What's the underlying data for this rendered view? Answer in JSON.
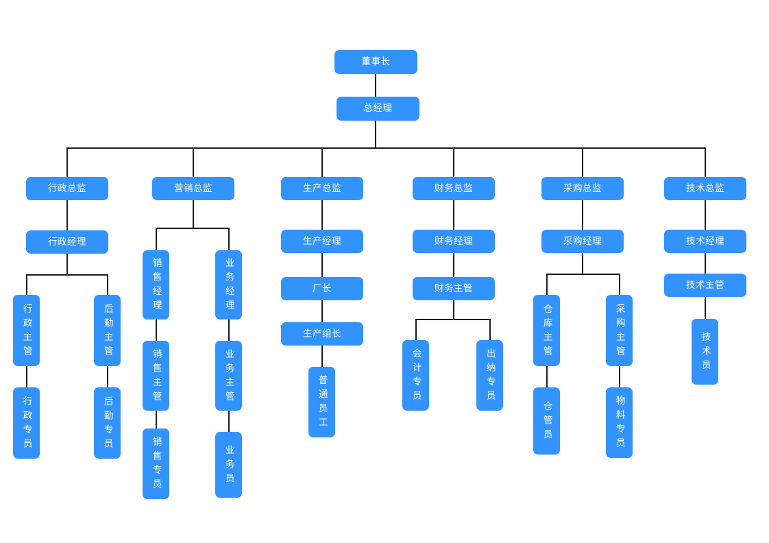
{
  "chart": {
    "type": "org-chart",
    "title": "",
    "node_fill": "#3393fd",
    "node_text_color": "#ffffff",
    "edge_color": "#1c1c1c",
    "background": "#ffffff"
  },
  "nodes": {
    "chairman": "董事长",
    "general_manager": "总经理",
    "admin_director": "行政总监",
    "admin_manager": "行政经理",
    "admin_supervisor": "行政主管",
    "admin_specialist": "行政专员",
    "logistics_supervisor": "后勤主管",
    "logistics_specialist": "后勤专员",
    "marketing_director": "营销总监",
    "sales_manager": "销售经理",
    "sales_supervisor": "销售主管",
    "sales_specialist": "销售专员",
    "business_manager": "业务经理",
    "business_supervisor": "业务主管",
    "business_staff": "业务员",
    "production_director": "生产总监",
    "production_manager": "生产经理",
    "factory_head": "厂长",
    "production_team_leader": "生产组长",
    "ordinary_employee": "普通员工",
    "finance_director": "财务总监",
    "finance_manager": "财务经理",
    "finance_supervisor": "财务主管",
    "accounting_specialist": "会计专员",
    "cashier_specialist": "出纳专员",
    "purchasing_director": "采购总监",
    "purchasing_manager": "采购经理",
    "warehouse_supervisor": "仓库主管",
    "warehouse_keeper": "仓管员",
    "purchasing_supervisor": "采购主管",
    "material_specialist": "物料专员",
    "tech_director": "技术总监",
    "tech_manager": "技术经理",
    "tech_supervisor": "技术主管",
    "technician": "技术员"
  }
}
